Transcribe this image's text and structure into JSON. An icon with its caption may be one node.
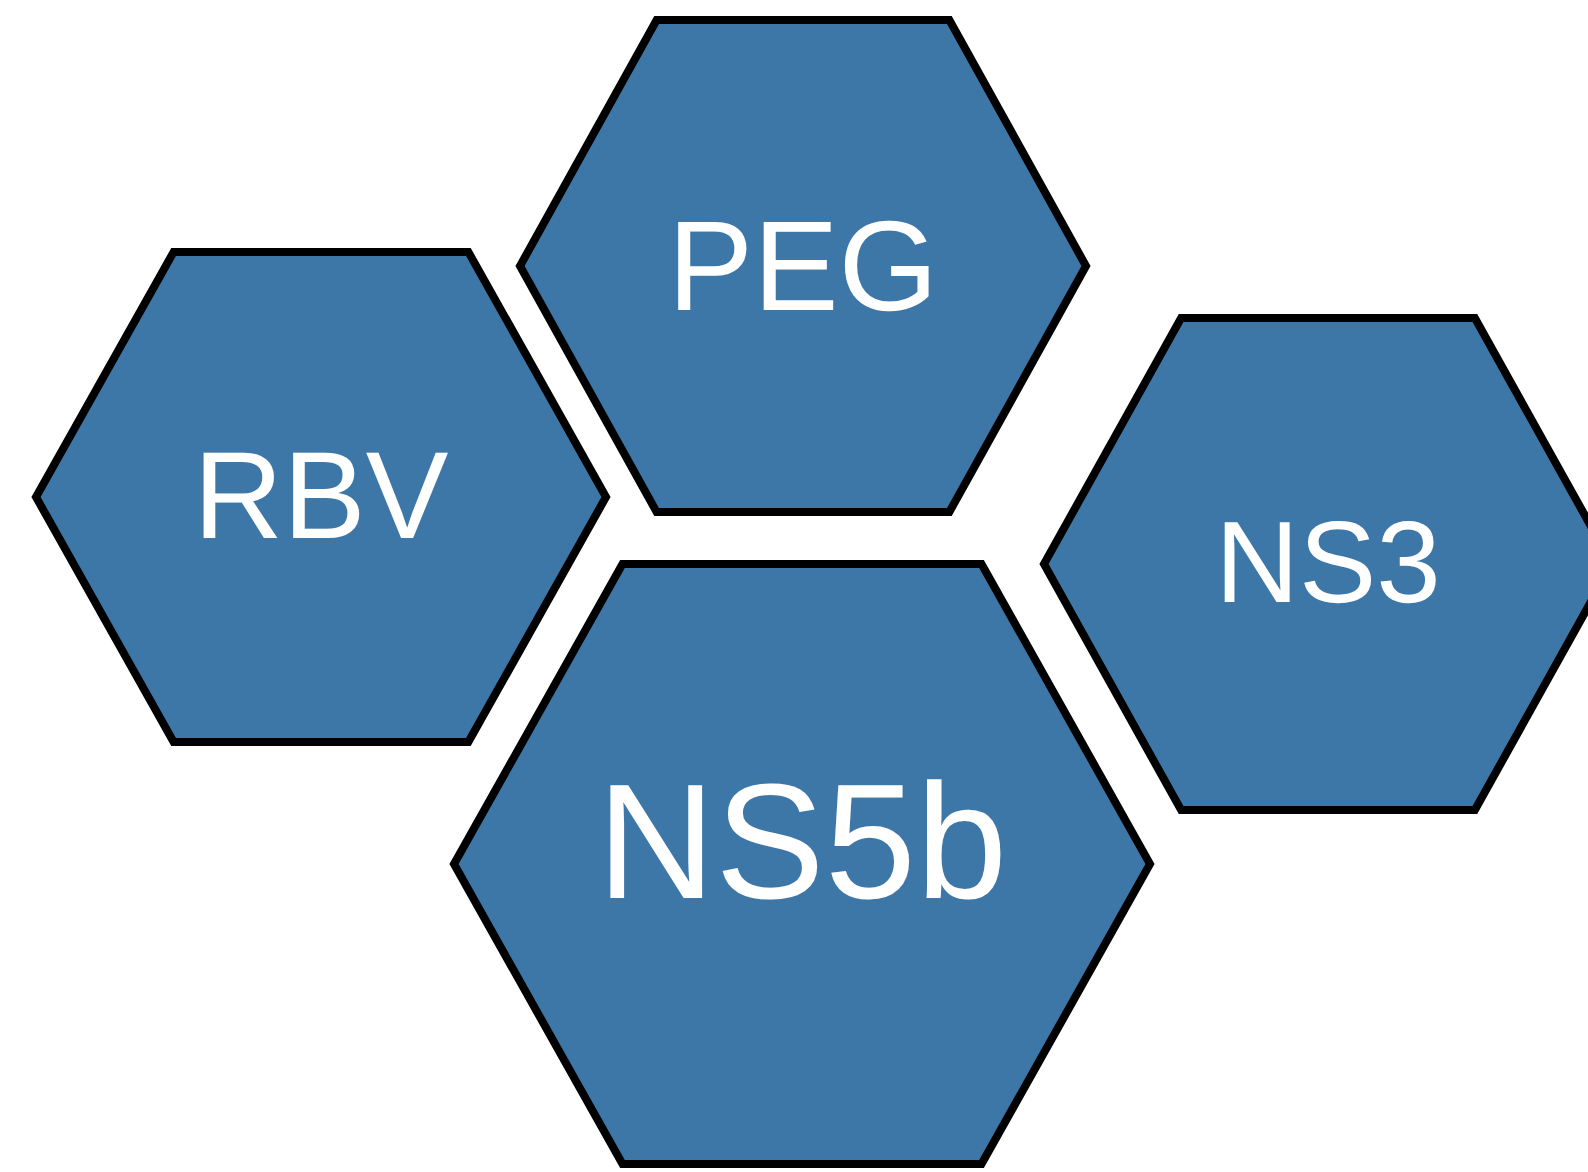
{
  "diagram": {
    "nodes": [
      {
        "text": [
          "PEG"
        ]
      },
      {
        "text": [
          "RBV"
        ]
      },
      {
        "text": [
          "NS3"
        ]
      },
      {
        "text": [
          "NS5b"
        ]
      }
    ]
  }
}
